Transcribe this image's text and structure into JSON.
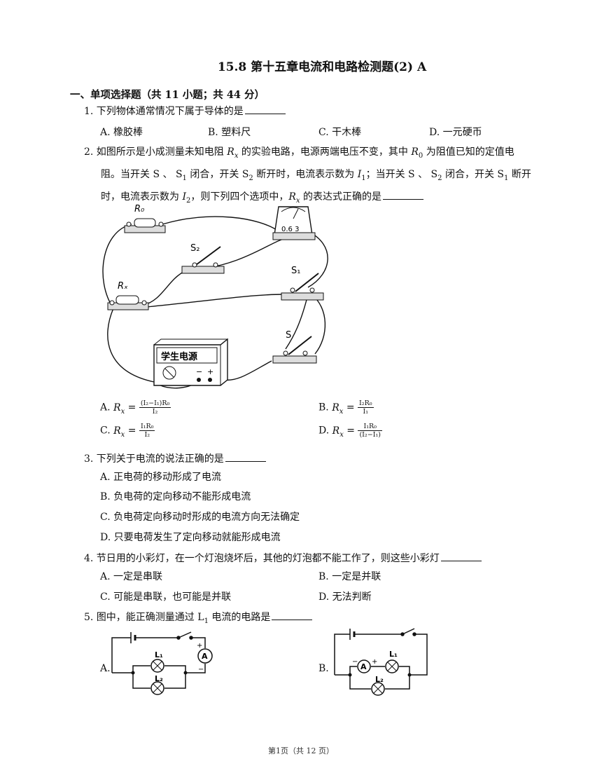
{
  "title": "15.8 第十五章电流和电路检测题(2) A",
  "section": "一、单项选择题（共 11 小题；共 44 分）",
  "q1": {
    "stem": "1. 下列物体通常情况下属于导体的是",
    "options": [
      "A. 橡胶棒",
      "B. 塑料尺",
      "C. 干木棒",
      "D. 一元硬币"
    ]
  },
  "q2": {
    "line1_a": "2. 如图所示是小成测量未知电阻 ",
    "line1_b": " 的实验电路，电源两端电压不变，其中 ",
    "line1_c": " 为阻值已知的定值电",
    "line2_a": "阻。当开关 S 、 S",
    "line2_b": " 闭合，开关 S",
    "line2_c": " 断开时，电流表示数为 ",
    "line2_d": "；当开关 S 、 S",
    "line2_e": " 闭合，开关 S",
    "line2_f": " 断开",
    "line3_a": "时，电流表示数为 ",
    "line3_b": "，则下列四个选项中，",
    "line3_c": " 的表达式正确的是",
    "labels": {
      "R0": "R₀",
      "Rx": "Rₓ",
      "S": "S",
      "S1": "S₁",
      "S2": "S₂",
      "meter": "0.6  3",
      "supply": "学生电源",
      "minus": "−",
      "plus": "+"
    },
    "optA": {
      "letter": "A. ",
      "num": "(I₂−I₁)R₀",
      "den": "I₂"
    },
    "optB": {
      "letter": "B. ",
      "num": "I₂R₀",
      "den": "I₁"
    },
    "optC": {
      "letter": "C. ",
      "num": "I₁R₀",
      "den": "I₂"
    },
    "optD": {
      "letter": "D. ",
      "num": "I₁R₀",
      "den": "(I₂−I₁)"
    }
  },
  "q3": {
    "stem": "3. 下列关于电流的说法正确的是",
    "options": [
      "A. 正电荷的移动形成了电流",
      "B. 负电荷的定向移动不能形成电流",
      "C. 负电荷定向移动时形成的电流方向无法确定",
      "D. 只要电荷发生了定向移动就能形成电流"
    ]
  },
  "q4": {
    "stem": "4. 节日用的小彩灯，在一个灯泡烧坏后，其他的灯泡都不能工作了，则这些小彩灯",
    "options": [
      "A. 一定是串联",
      "B. 一定是并联",
      "C. 可能是串联，也可能是并联",
      "D. 无法判断"
    ]
  },
  "q5": {
    "stem_a": "5. 图中，能正确测量通过 L",
    "stem_b": " 电流的电路是",
    "optA": "A.",
    "optB": "B.",
    "L1": "L₁",
    "L2": "L₂",
    "meter": "A",
    "plus": "+",
    "minus": "−"
  },
  "footer": "第1页（共 12 页）"
}
